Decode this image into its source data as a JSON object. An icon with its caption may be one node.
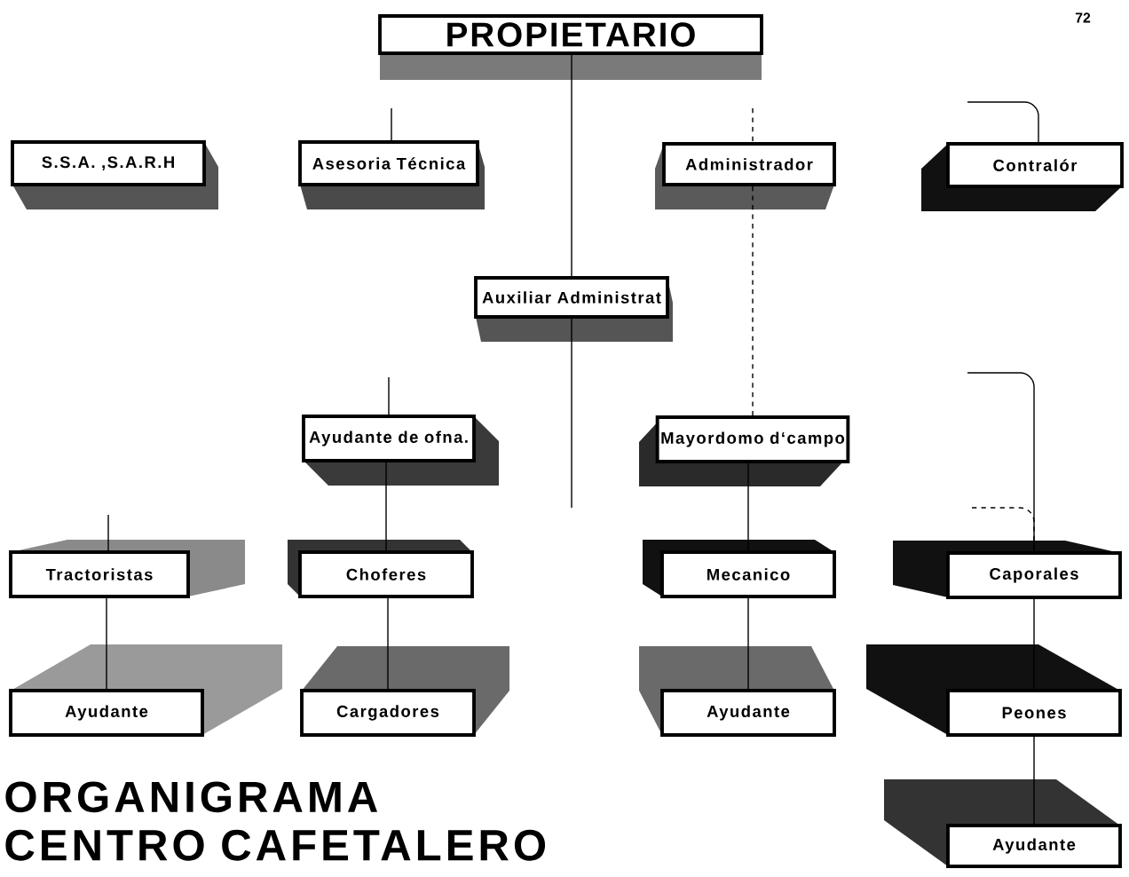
{
  "diagram": {
    "title": "ORGANIGRAMA CENTRO CAFETALERO",
    "nodes": [
      {
        "text": [
          "PROPIETARIO"
        ]
      },
      {
        "text": [
          "S.S.A. ,S.A.R.H"
        ]
      },
      {
        "text": [
          "Asesoria Técnica"
        ]
      },
      {
        "text": [
          "Administrador"
        ]
      },
      {
        "text": [
          "Contralór"
        ]
      },
      {
        "text": [
          "Auxiliar Administrat"
        ]
      },
      {
        "text": [
          "Ayudante de ofna."
        ]
      },
      {
        "text": [
          "Mayordomo d‘campo"
        ]
      },
      {
        "text": [
          "Tractoristas"
        ]
      },
      {
        "text": [
          "Choferes"
        ]
      },
      {
        "text": [
          "Mecanico"
        ]
      },
      {
        "text": [
          "Caporales"
        ]
      },
      {
        "text": [
          "Ayudante"
        ]
      },
      {
        "text": [
          "Cargadores"
        ]
      },
      {
        "text": [
          "Ayudante"
        ]
      },
      {
        "text": [
          "Peones"
        ]
      },
      {
        "text": [
          "Ayudante"
        ]
      }
    ],
    "edges": [
      {
        "from": 0,
        "to": 5,
        "arrow": "none"
      },
      {
        "from": null,
        "to": 2,
        "arrow": "none"
      },
      {
        "from": null,
        "to": 3,
        "arrow": "none",
        "style": "dashed"
      },
      {
        "from": 3,
        "to": 7,
        "arrow": "none",
        "style": "dashed"
      },
      {
        "from": null,
        "to": 4,
        "arrow": "none"
      },
      {
        "from": 5,
        "to": null,
        "arrow": "none"
      },
      {
        "from": null,
        "to": 6,
        "arrow": "none"
      },
      {
        "from": 6,
        "to": 9,
        "arrow": "none"
      },
      {
        "from": 9,
        "to": 13,
        "arrow": "none"
      },
      {
        "from": 7,
        "to": 10,
        "arrow": "none"
      },
      {
        "from": 10,
        "to": 14,
        "arrow": "none"
      },
      {
        "from": null,
        "to": 8,
        "arrow": "none"
      },
      {
        "from": 8,
        "to": 12,
        "arrow": "none"
      },
      {
        "from": null,
        "to": 11,
        "arrow": "none"
      },
      {
        "from": null,
        "to": 11,
        "arrow": "none",
        "style": "dashed"
      },
      {
        "from": 11,
        "to": 15,
        "arrow": "none"
      },
      {
        "from": 15,
        "to": 16,
        "arrow": "none"
      }
    ],
    "labels": [
      "72"
    ]
  }
}
